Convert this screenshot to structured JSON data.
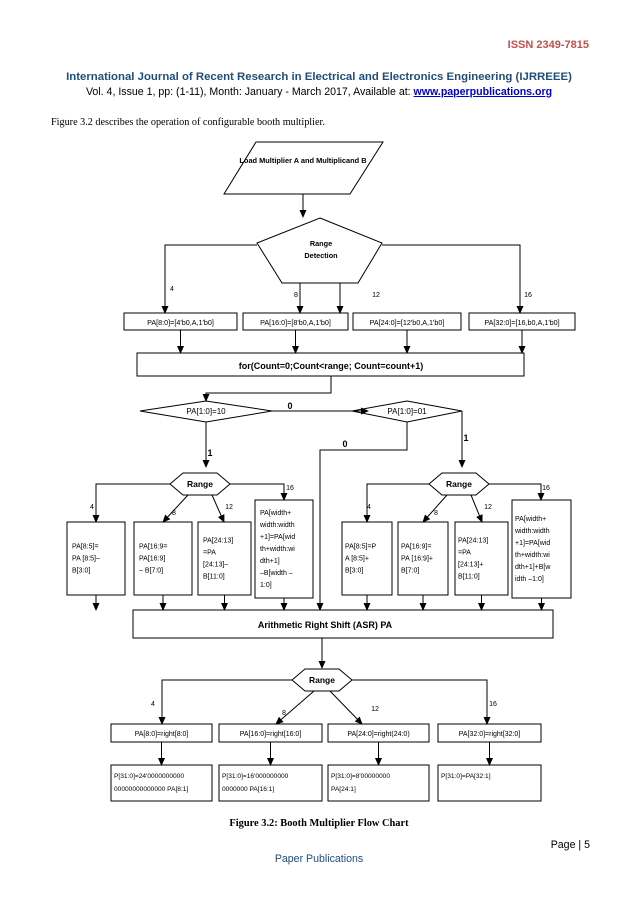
{
  "header": {
    "issn": "ISSN  2349-7815",
    "journal_title": "International Journal of Recent Research in Electrical and Electronics Engineering (IJRREEE)",
    "journal_info_prefix": "Vol. 4, Issue 1, pp: (1-11), Month: January - March 2017, Available at: ",
    "journal_url": "www.paperpublications.org"
  },
  "body": {
    "intro": "Figure 3.2 describes the operation of configurable booth multiplier."
  },
  "diagram": {
    "load": "Load Multiplier A and  Multiplicand  B",
    "range_detection": [
      "Range",
      "Detection"
    ],
    "widths": [
      "4",
      "8",
      "12",
      "16"
    ],
    "pa_init": [
      "PA[8:0]=[4'b0,A,1'b0]",
      "PA[16:0]=[8'b0,A,1'b0]",
      "PA[24:0]=[12'b0,A,1'b0]",
      "PA[32:0]=[16,b0,A,1'b0]"
    ],
    "loop": "for(Count=0;Count<range; Count=count+1)",
    "cond_left": "PA[1:0]=10",
    "cond_right": "PA[1:0]=01",
    "zero": "0",
    "one": "1",
    "range": "Range",
    "sub_left": [
      [
        "PA[8:5]=",
        "PA [8:5]–",
        "B[3:0]"
      ],
      [
        "PA[16:9=",
        "PA[16:9]",
        "– B[7:0]"
      ],
      [
        "PA[24:13]",
        "=PA",
        "[24:13]–",
        "B[11:0]"
      ],
      [
        "PA[width+",
        "width:width",
        "+1]=PA[wid",
        "th+width:wi",
        "dth+1]",
        "–B[width –",
        "1:0]"
      ]
    ],
    "add_right": [
      [
        "PA[8:5]=P",
        "A [8:5]+",
        "B[3:0]"
      ],
      [
        "PA[16:9]=",
        "PA [16:9]+",
        "B[7:0]"
      ],
      [
        "PA[24:13]",
        "=PA",
        "[24:13]+",
        "B[11:0]"
      ],
      [
        "PA[width+",
        "width:width",
        "+1]=PA[wid",
        "th+width:wi",
        "dth+1]+B[w",
        "idth –1:0]"
      ]
    ],
    "asr": "Arithmetic Right Shift (ASR) PA",
    "right_ops": [
      "PA[8:0]=right[8:0]",
      "PA[16:0]=right[16:0]",
      "PA[24:0]=right(24:0)",
      "PA[32:0]=right[32:0]"
    ],
    "outputs": [
      [
        "P[31:0]=24'0000000000",
        "00000000000000 PA[8:1]"
      ],
      [
        "P[31:0]=16'000000000",
        "0000000 PA[16:1]"
      ],
      [
        "P[31:0]=8'00000000",
        "PA[24:1]"
      ],
      [
        "P[31:0]=PA[32:1]"
      ]
    ]
  },
  "caption": "Figure 3.2: Booth Multiplier Flow Chart",
  "footer": {
    "page": "Page | 5",
    "publisher": "Paper Publications"
  }
}
